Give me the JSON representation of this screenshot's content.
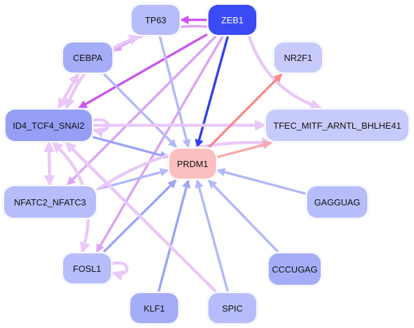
{
  "diagram": {
    "type": "gene-regulatory-network",
    "colors": {
      "node_default": "#b7bdfa",
      "node_light": "#c7cbfb",
      "node_mid": "#a6adf8",
      "node_dark": "#959ff6",
      "node_hub": "#3a4af5",
      "node_target": "#fbbfbf",
      "edge_blue": "#9ca5f7",
      "edge_lightblue": "#b3b9f8",
      "edge_darkblue": "#3440ef",
      "edge_purple": "#cc55ee",
      "edge_violet": "#dda3f6",
      "edge_lilac": "#eac8f8",
      "edge_red": "#f78b8b",
      "edge_pink": "#f9aaaa"
    },
    "nodes": [
      {
        "id": "TP63",
        "label": "TP63",
        "color": "node_default",
        "text": "#111111"
      },
      {
        "id": "ZEB1",
        "label": "ZEB1",
        "color": "node_hub",
        "text": "#ffffff"
      },
      {
        "id": "CEBPA",
        "label": "CEBPA",
        "color": "node_mid",
        "text": "#111111"
      },
      {
        "id": "NR2F1",
        "label": "NR2F1",
        "color": "node_light",
        "text": "#111111"
      },
      {
        "id": "ID4_TCF4_SNAI2",
        "label": "ID4_TCF4_SNAI2",
        "color": "node_dark",
        "text": "#111111"
      },
      {
        "id": "TFEC_MITF_ARNTL_BHLHE41",
        "label": "TFEC_MITF_ARNTL_BHLHE41",
        "color": "node_light",
        "text": "#111111"
      },
      {
        "id": "PRDM1",
        "label": "PRDM1",
        "color": "node_target",
        "text": "#111111"
      },
      {
        "id": "NFATC2_NFATC3",
        "label": "NFATC2_NFATC3",
        "color": "node_default",
        "text": "#111111"
      },
      {
        "id": "GAGGUAG",
        "label": "GAGGUAG",
        "color": "node_default",
        "text": "#111111"
      },
      {
        "id": "FOSL1",
        "label": "FOSL1",
        "color": "node_default",
        "text": "#111111"
      },
      {
        "id": "CCCUGAG",
        "label": "CCCUGAG",
        "color": "node_mid",
        "text": "#111111"
      },
      {
        "id": "KLF1",
        "label": "KLF1",
        "color": "node_mid",
        "text": "#111111"
      },
      {
        "id": "SPIC",
        "label": "SPIC",
        "color": "node_default",
        "text": "#111111"
      }
    ],
    "edges": [
      {
        "from": "ZEB1",
        "to": "TP63",
        "color": "edge_purple",
        "arrow": "end"
      },
      {
        "from": "ZEB1",
        "to": "CEBPA",
        "color": "edge_violet",
        "arrow": "end"
      },
      {
        "from": "ZEB1",
        "to": "ID4_TCF4_SNAI2",
        "color": "edge_purple",
        "arrow": "end"
      },
      {
        "from": "ZEB1",
        "to": "NFATC2_NFATC3",
        "color": "edge_violet",
        "arrow": "end"
      },
      {
        "from": "ZEB1",
        "to": "FOSL1",
        "color": "edge_violet",
        "arrow": "end"
      },
      {
        "from": "ZEB1",
        "to": "PRDM1",
        "color": "edge_darkblue",
        "arrow": "end"
      },
      {
        "from": "ZEB1",
        "to": "TFEC_MITF_ARNTL_BHLHE41",
        "color": "edge_lilac",
        "arrow": "end"
      },
      {
        "from": "TP63",
        "to": "PRDM1",
        "color": "edge_lightblue",
        "arrow": "end"
      },
      {
        "from": "CEBPA",
        "to": "PRDM1",
        "color": "edge_lightblue",
        "arrow": "end"
      },
      {
        "from": "CEBPA",
        "to": "ID4_TCF4_SNAI2",
        "color": "edge_lilac",
        "arrow": "both"
      },
      {
        "from": "ID4_TCF4_SNAI2",
        "to": "TP63",
        "color": "edge_lilac",
        "arrow": "both"
      },
      {
        "from": "ID4_TCF4_SNAI2",
        "to": "ID4_TCF4_SNAI2",
        "color": "edge_lilac",
        "arrow": "self"
      },
      {
        "from": "ID4_TCF4_SNAI2",
        "to": "PRDM1",
        "color": "edge_blue",
        "arrow": "end"
      },
      {
        "from": "ID4_TCF4_SNAI2",
        "to": "TFEC_MITF_ARNTL_BHLHE41",
        "color": "edge_lilac",
        "arrow": "end"
      },
      {
        "from": "ID4_TCF4_SNAI2",
        "to": "NFATC2_NFATC3",
        "color": "edge_lilac",
        "arrow": "both"
      },
      {
        "from": "ID4_TCF4_SNAI2",
        "to": "FOSL1",
        "color": "edge_lilac",
        "arrow": "both"
      },
      {
        "from": "NFATC2_NFATC3",
        "to": "PRDM1",
        "color": "edge_lightblue",
        "arrow": "end"
      },
      {
        "from": "NFATC2_NFATC3",
        "to": "TFEC_MITF_ARNTL_BHLHE41",
        "color": "edge_lilac",
        "arrow": "end"
      },
      {
        "from": "FOSL1",
        "to": "PRDM1",
        "color": "edge_blue",
        "arrow": "end"
      },
      {
        "from": "FOSL1",
        "to": "FOSL1",
        "color": "edge_lilac",
        "arrow": "self"
      },
      {
        "from": "KLF1",
        "to": "PRDM1",
        "color": "edge_blue",
        "arrow": "end"
      },
      {
        "from": "SPIC",
        "to": "PRDM1",
        "color": "edge_lightblue",
        "arrow": "end"
      },
      {
        "from": "SPIC",
        "to": "ID4_TCF4_SNAI2",
        "color": "edge_lilac",
        "arrow": "end"
      },
      {
        "from": "CCCUGAG",
        "to": "PRDM1",
        "color": "edge_lightblue",
        "arrow": "end"
      },
      {
        "from": "GAGGUAG",
        "to": "PRDM1",
        "color": "edge_lightblue",
        "arrow": "end"
      },
      {
        "from": "PRDM1",
        "to": "NR2F1",
        "color": "edge_red",
        "arrow": "end"
      },
      {
        "from": "PRDM1",
        "to": "TFEC_MITF_ARNTL_BHLHE41",
        "color": "edge_pink",
        "arrow": "end"
      }
    ]
  }
}
